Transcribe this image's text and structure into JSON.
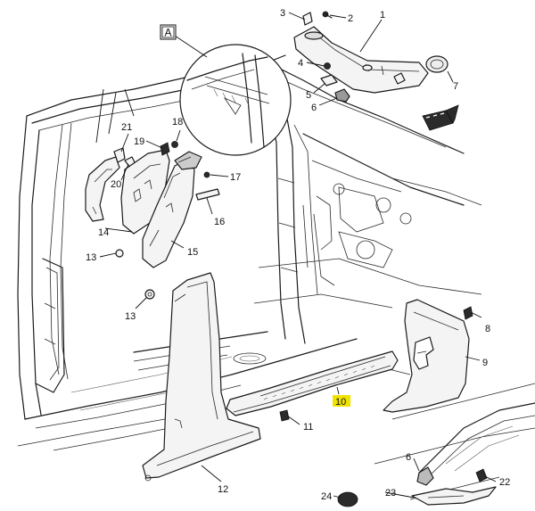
{
  "view_label": "A",
  "callouts": [
    {
      "id": "1",
      "text": "1"
    },
    {
      "id": "2",
      "text": "2"
    },
    {
      "id": "3",
      "text": "3"
    },
    {
      "id": "4",
      "text": "4"
    },
    {
      "id": "5",
      "text": "5"
    },
    {
      "id": "6",
      "text": "6"
    },
    {
      "id": "7",
      "text": "7"
    },
    {
      "id": "8",
      "text": "8"
    },
    {
      "id": "9",
      "text": "9"
    },
    {
      "id": "10",
      "text": "10",
      "highlighted": true
    },
    {
      "id": "11",
      "text": "11"
    },
    {
      "id": "12",
      "text": "12"
    },
    {
      "id": "13a",
      "text": "13"
    },
    {
      "id": "13b",
      "text": "13"
    },
    {
      "id": "14",
      "text": "14"
    },
    {
      "id": "15",
      "text": "15"
    },
    {
      "id": "16",
      "text": "16"
    },
    {
      "id": "17",
      "text": "17"
    },
    {
      "id": "18",
      "text": "18"
    },
    {
      "id": "19",
      "text": "19"
    },
    {
      "id": "20",
      "text": "20"
    },
    {
      "id": "21",
      "text": "21"
    },
    {
      "id": "22",
      "text": "22"
    },
    {
      "id": "23",
      "text": "23"
    },
    {
      "id": "24",
      "text": "24"
    },
    {
      "id": "6b",
      "text": "6"
    }
  ],
  "highlight_color": "#f2e200",
  "line_color": "#1a1a1a"
}
